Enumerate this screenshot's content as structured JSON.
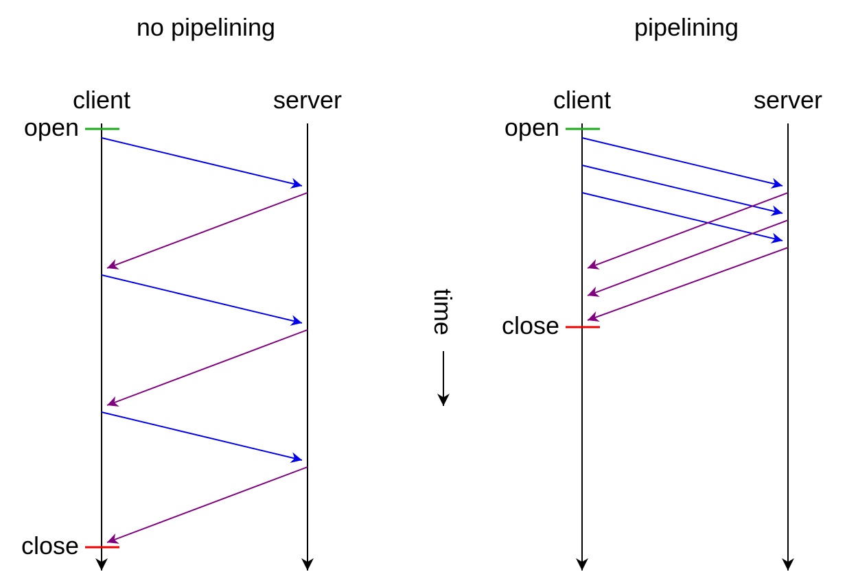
{
  "colors": {
    "lifeline": "#000000",
    "request": "#0000ee",
    "response": "#800080",
    "open": "#1aaa1a",
    "close": "#ee0000"
  },
  "panels": [
    {
      "title": "no pipelining",
      "client_label": "client",
      "server_label": "server",
      "open_label": "open",
      "close_label": "close",
      "messages": [
        {
          "kind": "request",
          "seq": 1
        },
        {
          "kind": "response",
          "seq": 1
        },
        {
          "kind": "request",
          "seq": 2
        },
        {
          "kind": "response",
          "seq": 2
        },
        {
          "kind": "request",
          "seq": 3
        },
        {
          "kind": "response",
          "seq": 3
        }
      ]
    },
    {
      "title": "pipelining",
      "client_label": "client",
      "server_label": "server",
      "open_label": "open",
      "close_label": "close",
      "messages": [
        {
          "kind": "request",
          "seq": 1
        },
        {
          "kind": "request",
          "seq": 2
        },
        {
          "kind": "request",
          "seq": 3
        },
        {
          "kind": "response",
          "seq": 1
        },
        {
          "kind": "response",
          "seq": 2
        },
        {
          "kind": "response",
          "seq": 3
        }
      ]
    }
  ],
  "time_label": "time"
}
